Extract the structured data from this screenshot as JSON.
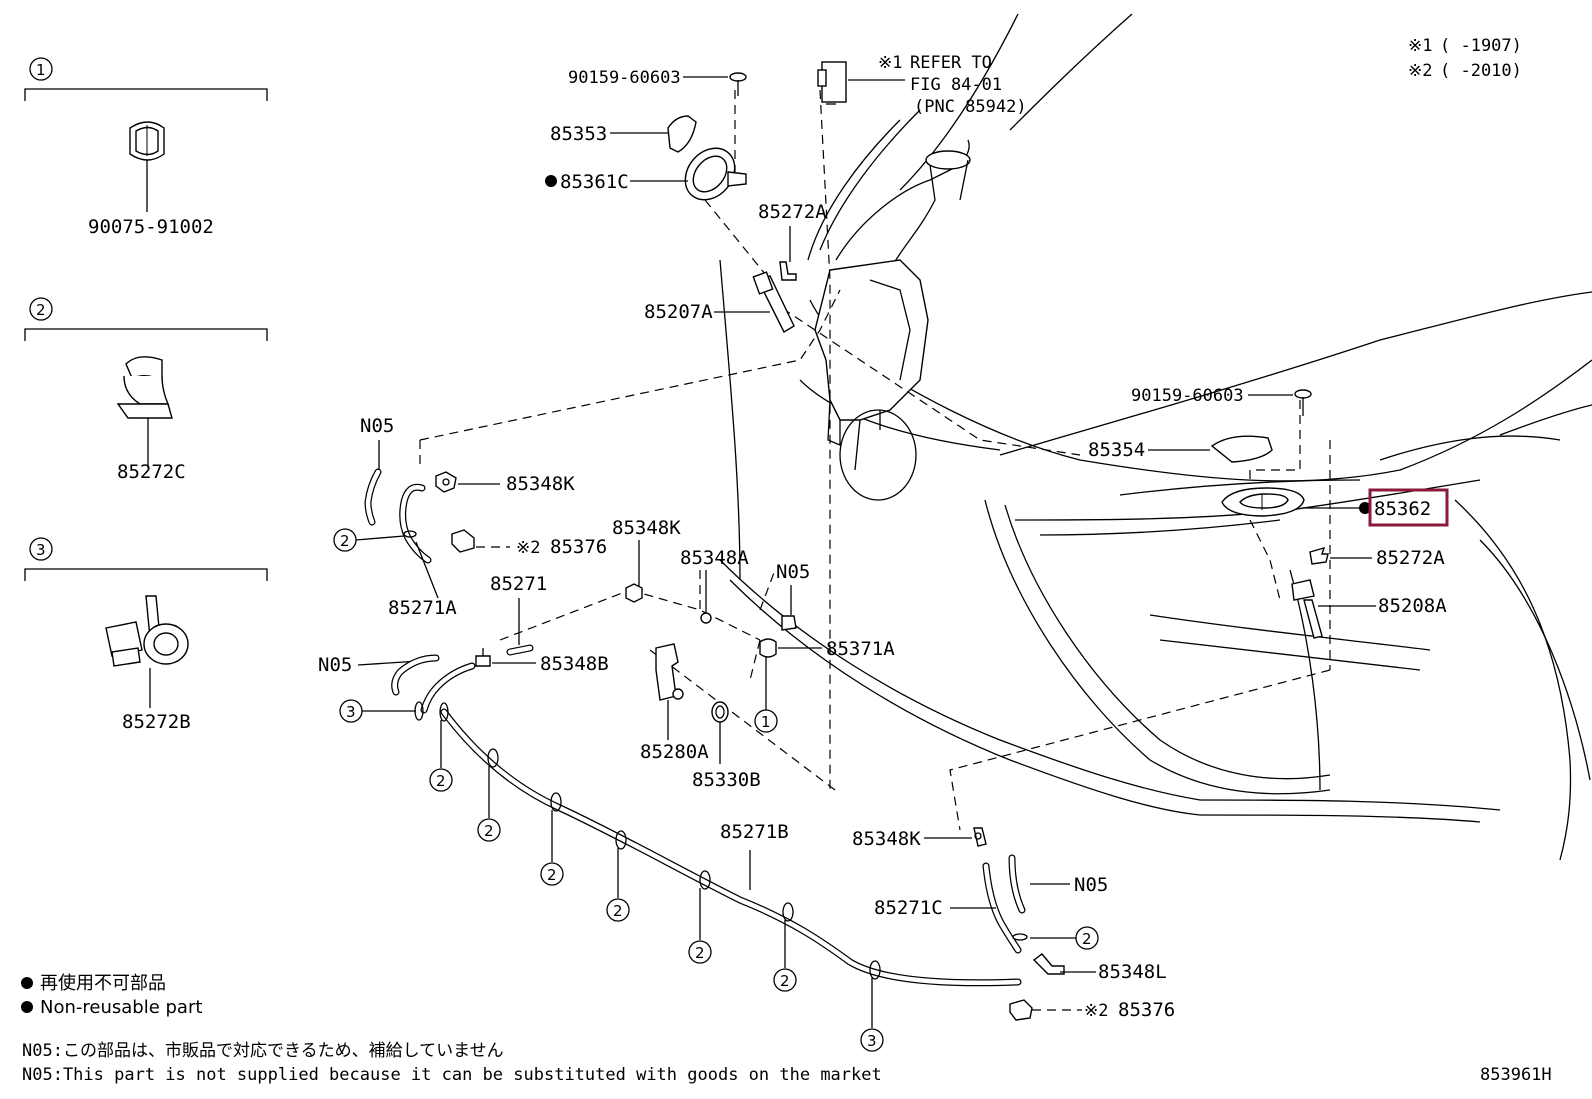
{
  "legend": {
    "group1": "1",
    "group2": "2",
    "group3": "3",
    "reuse_jp": "再使用不可部品",
    "reuse_en": "Non-reusable part"
  },
  "notes": {
    "note1_mark": "※1",
    "note1_range": "(     -1907)",
    "note2_mark": "※2",
    "note2_range": "(     -2010)",
    "n05_jp": "N05:この部品は、市販品で対応できるため、補給していません",
    "n05_en": "N05:This part is not supplied because it can be substituted with goods on the market",
    "figure_code": "853961H"
  },
  "refer": {
    "mark": "※1",
    "line1": "REFER TO",
    "line2": "FIG 84-01",
    "line3": "(PNC 85942)"
  },
  "parts": {
    "p90075": "90075-91002",
    "p85272C": "85272C",
    "p85272B": "85272B",
    "p90159a": "90159-60603",
    "p85353": "85353",
    "p85361C": "85361C",
    "p85272A_top": "85272A",
    "p85207A": "85207A",
    "p90159b": "90159-60603",
    "p85354": "85354",
    "p85362": "85362",
    "p85272A_right": "85272A",
    "p85208A": "85208A",
    "pN05_a": "N05",
    "p85348K_a": "85348K",
    "p85376_mark": "※2",
    "p85376_a": "85376",
    "p85271A": "85271A",
    "p85348K_b": "85348K",
    "p85271": "85271",
    "p85348A": "85348A",
    "pN05_b": "N05",
    "p85371A": "85371A",
    "pN05_c": "N05",
    "p85348B": "85348B",
    "p85280A": "85280A",
    "p85330B": "85330B",
    "p85271B": "85271B",
    "p85348K_c": "85348K",
    "pN05_d": "N05",
    "p85271C": "85271C",
    "p85348L": "85348L",
    "p85376_mark2": "※2",
    "p85376_b": "85376"
  },
  "callouts": {
    "one": "1",
    "two": "2",
    "three": "3"
  },
  "highlight_color": "#8b1a3a"
}
